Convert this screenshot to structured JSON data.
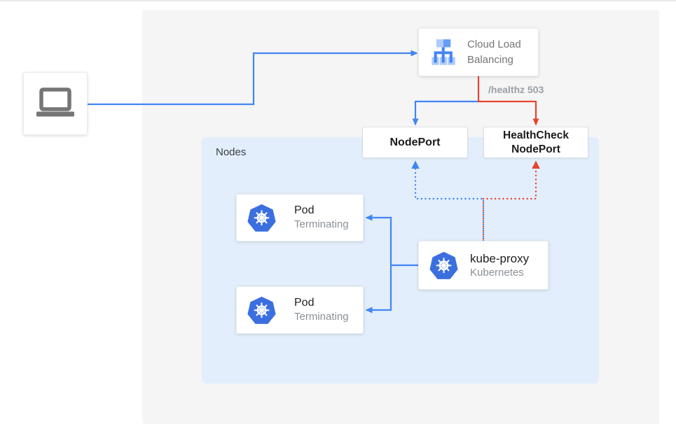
{
  "colors": {
    "blue": "#4285f4",
    "red": "#e8432f",
    "k8s_blue": "#3b6fe0",
    "icon_blue_light": "#aecbfa",
    "icon_blue_mid": "#669df6",
    "icon_blue_dark": "#4285f4",
    "laptop_gray": "#757575",
    "panel_bg": "#f5f5f5",
    "nodes_bg": "#e2eefb"
  },
  "diagram": {
    "cloud_load_balancing": {
      "label": "Cloud Load Balancing"
    },
    "healthz_label": "/healthz 503",
    "node_port": {
      "label": "NodePort"
    },
    "health_check_node_port": {
      "label": "HealthCheck NodePort"
    },
    "nodes_panel": {
      "label": "Nodes"
    },
    "pods": [
      {
        "title": "Pod",
        "status": "Terminating"
      },
      {
        "title": "Pod",
        "status": "Terminating"
      }
    ],
    "kube_proxy": {
      "title": "kube-proxy",
      "subtitle": "Kubernetes"
    }
  }
}
